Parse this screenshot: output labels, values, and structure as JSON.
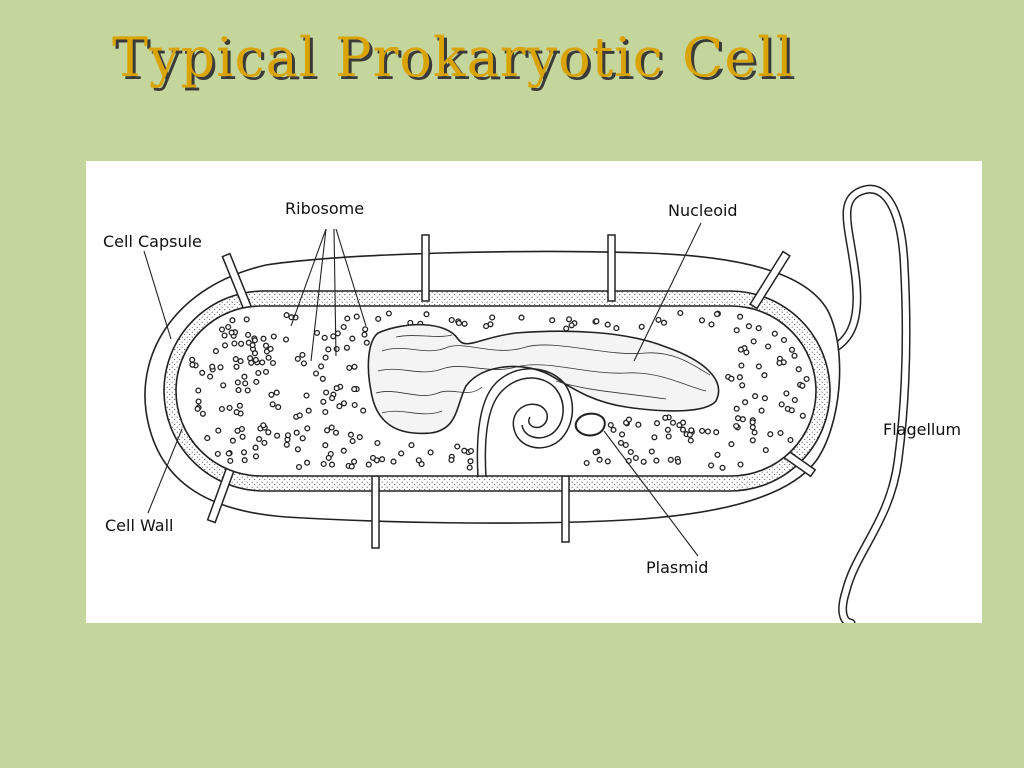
{
  "slide": {
    "title": "Typical Prokaryotic Cell",
    "background_color": "#c5d69c",
    "title_color": "#d9a300"
  },
  "diagram": {
    "labels": {
      "ribosome": "Ribosome",
      "nucleoid": "Nucleoid",
      "cell_capsule": "Cell Capsule",
      "cell_wall": "Cell Wall",
      "plasmid": "Plasmid",
      "flagellum": "Flagellum"
    }
  }
}
